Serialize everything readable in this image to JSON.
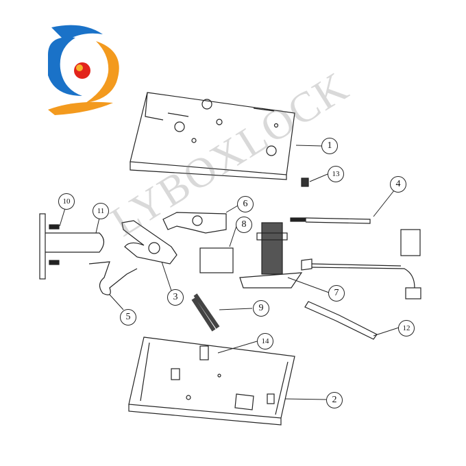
{
  "logo": {
    "name": "company logo",
    "colors": {
      "blue": "#1a72c8",
      "orange": "#f39a1e",
      "red": "#e2241b"
    }
  },
  "watermark": "LYBOXLOCK",
  "callouts": [
    {
      "id": "1",
      "label": "1"
    },
    {
      "id": "2",
      "label": "2"
    },
    {
      "id": "3",
      "label": "3"
    },
    {
      "id": "4",
      "label": "4"
    },
    {
      "id": "5",
      "label": "5"
    },
    {
      "id": "6",
      "label": "6"
    },
    {
      "id": "7",
      "label": "7"
    },
    {
      "id": "8",
      "label": "8"
    },
    {
      "id": "9",
      "label": "9"
    },
    {
      "id": "10",
      "label": "10"
    },
    {
      "id": "11",
      "label": "11"
    },
    {
      "id": "12",
      "label": "12"
    },
    {
      "id": "13",
      "label": "13"
    },
    {
      "id": "14",
      "label": "14"
    }
  ]
}
